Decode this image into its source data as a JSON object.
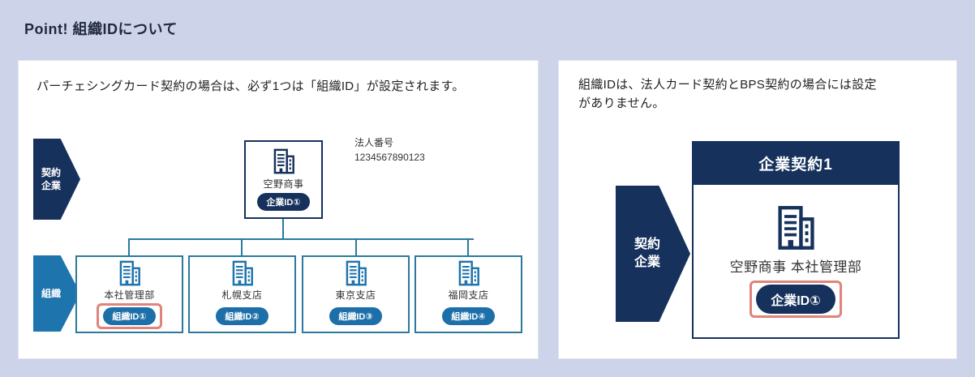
{
  "page": {
    "title": "Point! 組織IDについて",
    "background_color": "#cdd3e9"
  },
  "colors": {
    "navy": "#16325c",
    "blue": "#1c6fa8",
    "teal_border": "#2b7a9e",
    "highlight_red": "#e0837b"
  },
  "left_panel": {
    "description": "パーチェシングカード契約の場合は、必ず1つは「組織ID」が設定されます。",
    "contract_arrow_label": "契約企業",
    "org_arrow_label": "組織",
    "corporate_number_label": "法人番号",
    "corporate_number_value": "1234567890123",
    "parent": {
      "name": "空野商事",
      "badge": "企業ID①"
    },
    "children": [
      {
        "name": "本社管理部",
        "badge": "組織ID①",
        "highlighted": true
      },
      {
        "name": "札幌支店",
        "badge": "組織ID②",
        "highlighted": false
      },
      {
        "name": "東京支店",
        "badge": "組織ID③",
        "highlighted": false
      },
      {
        "name": "福岡支店",
        "badge": "組織ID④",
        "highlighted": false
      }
    ]
  },
  "right_panel": {
    "description": "組織IDは、法人カード契約とBPS契約の場合には設定がありません。",
    "contract_arrow_label": "契約企業",
    "contract_box": {
      "header": "企業契約1",
      "name": "空野商事 本社管理部",
      "badge": "企業ID①"
    }
  }
}
